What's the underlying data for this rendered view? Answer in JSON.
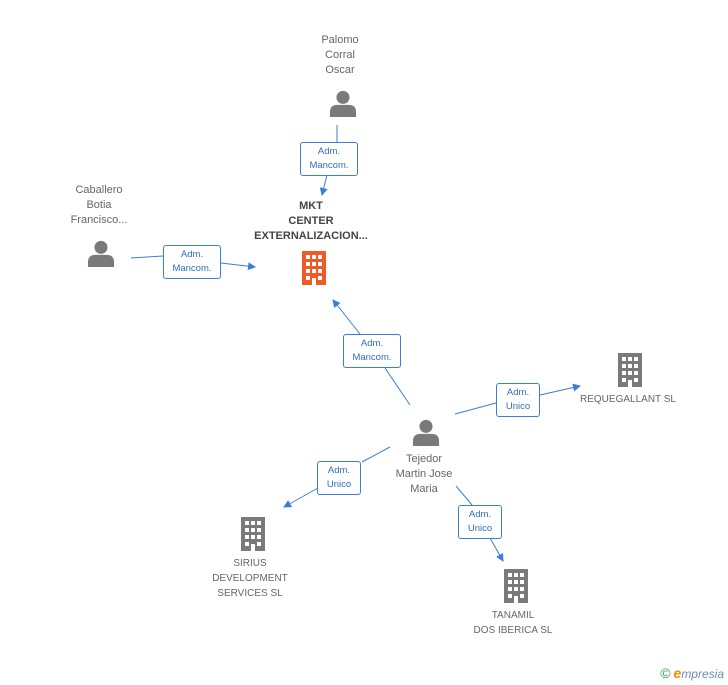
{
  "colors": {
    "edge": "#3a7fd5",
    "person": "#7a7a7a",
    "company": "#7a7a7a",
    "focus_company": "#f05a28"
  },
  "nodes": {
    "palomo": {
      "lines": [
        "Palomo",
        "Corral",
        "Oscar"
      ],
      "icon": "person-icon"
    },
    "caballero": {
      "lines": [
        "Caballero",
        "Botia",
        "Francisco..."
      ],
      "icon": "person-icon"
    },
    "mkt": {
      "lines": [
        "MKT",
        "CENTER",
        "EXTERNALIZACION..."
      ],
      "icon": "building-icon"
    },
    "tejedor": {
      "lines": [
        "Tejedor",
        "Martin Jose",
        "Maria"
      ],
      "icon": "person-icon"
    },
    "requegallant": {
      "lines": [
        "REQUEGALLANT SL"
      ],
      "icon": "building-icon"
    },
    "sirius": {
      "lines": [
        "SIRIUS",
        "DEVELOPMENT",
        "SERVICES SL"
      ],
      "icon": "building-icon"
    },
    "tanamil": {
      "lines": [
        "TANAMIL",
        "DOS IBERICA SL"
      ],
      "icon": "building-icon"
    }
  },
  "edges": [
    {
      "from": "palomo",
      "to": "mkt",
      "lines": [
        "Adm.",
        "Mancom."
      ]
    },
    {
      "from": "caballero",
      "to": "mkt",
      "lines": [
        "Adm.",
        "Mancom."
      ]
    },
    {
      "from": "tejedor",
      "to": "mkt",
      "lines": [
        "Adm.",
        "Mancom."
      ]
    },
    {
      "from": "tejedor",
      "to": "requegallant",
      "lines": [
        "Adm.",
        "Unico"
      ]
    },
    {
      "from": "tejedor",
      "to": "sirius",
      "lines": [
        "Adm.",
        "Unico"
      ]
    },
    {
      "from": "tejedor",
      "to": "tanamil",
      "lines": [
        "Adm.",
        "Unico"
      ]
    }
  ],
  "footer": {
    "copyright": "©",
    "brand_e": "e",
    "brand_rest": "mpresia"
  }
}
